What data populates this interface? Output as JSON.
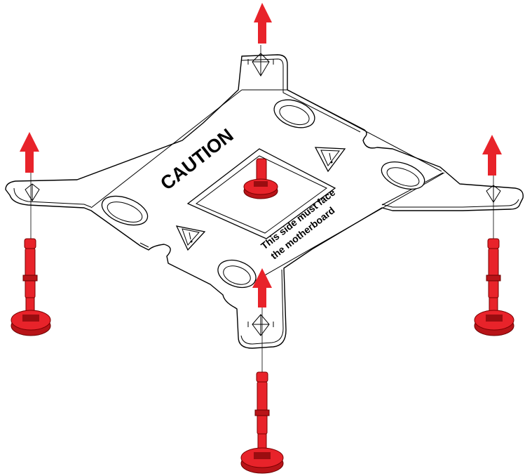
{
  "diagram": {
    "caution_label": "CAUTION",
    "note_line1": "This side must face",
    "note_line2": "the motherboard"
  },
  "colors": {
    "screw": "#e8232a",
    "screw_shadow": "#b81418",
    "arrow": "#e8232a"
  },
  "icons": [
    "warning-triangle-icon",
    "up-arrow-icon",
    "screw-icon"
  ]
}
